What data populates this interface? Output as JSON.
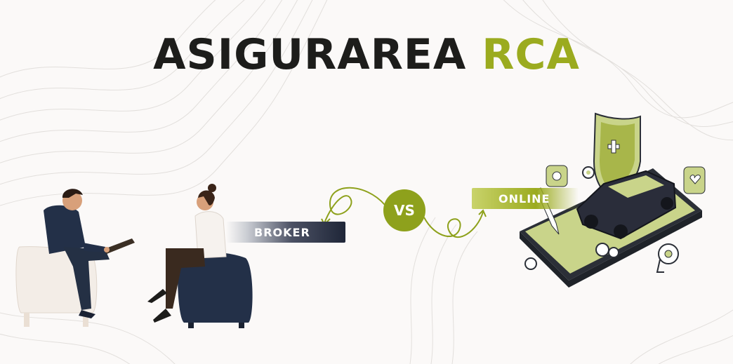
{
  "title": {
    "part1": "ASIGURAREA",
    "part2": "RCA"
  },
  "labels": {
    "broker": "BROKER",
    "vs": "VS",
    "online": "ONLINE"
  },
  "colors": {
    "accent": "#9bab1f",
    "dark": "#1d1d1b",
    "navy": "#1f2638",
    "background": "#fbf9f8"
  }
}
